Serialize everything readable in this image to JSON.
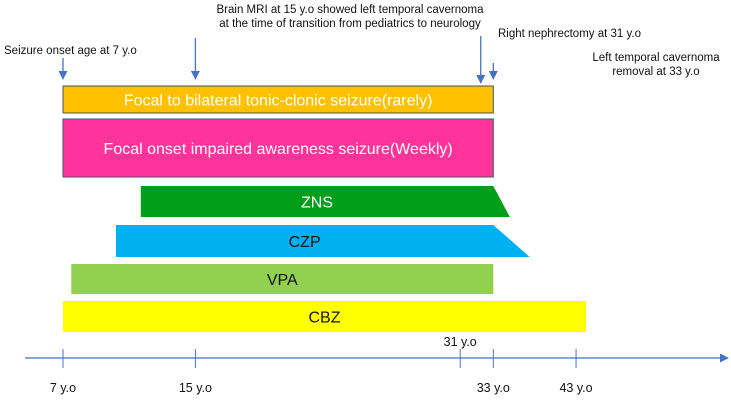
{
  "annotations": {
    "onset": "Seizure onset age at 7 y.o",
    "mri_line1": "Brain MRI at 15 y.o showed left temporal cavernoma",
    "mri_line2": "at the time of transition from pediatrics to neurology",
    "nephrectomy": "Right nephrectomy at 31 y.o",
    "removal_line1": "Left temporal cavernoma",
    "removal_line2": "removal at 33 y.o"
  },
  "seizures": [
    {
      "label": "Focal to bilateral tonic-clonic seizure(rarely)",
      "start": 7,
      "end": 33,
      "color": "#FFC000"
    },
    {
      "label": "Focal onset impaired awareness seizure(Weekly)",
      "start": 7,
      "end": 33,
      "color": "#FF3399"
    }
  ],
  "medications": [
    {
      "label": "ZNS",
      "start": 11.7,
      "end": 33,
      "arrow_to": 34,
      "color": "#009E19"
    },
    {
      "label": "CZP",
      "start": 10.2,
      "end": 33,
      "arrow_to": 35.2,
      "color": "#00B0F0"
    },
    {
      "label": "VPA",
      "start": 7.5,
      "end": 33,
      "color": "#92D050"
    },
    {
      "label": "CBZ",
      "start": 7,
      "end": 38.6,
      "color": "#FFFF00"
    }
  ],
  "axis": {
    "ticks": [
      7,
      15,
      31,
      33,
      38
    ],
    "labels": [
      {
        "value": 7,
        "text": "7 y.o",
        "pos": "below"
      },
      {
        "value": 15,
        "text": "15 y.o",
        "pos": "below"
      },
      {
        "value": 31,
        "text": "31 y.o",
        "pos": "above"
      },
      {
        "value": 33,
        "text": "33 y.o",
        "pos": "below"
      },
      {
        "value": 38,
        "text": "43 y.o",
        "pos": "below"
      }
    ],
    "color": "#4472C4"
  },
  "event_arrows": [
    7,
    15,
    32,
    33
  ]
}
